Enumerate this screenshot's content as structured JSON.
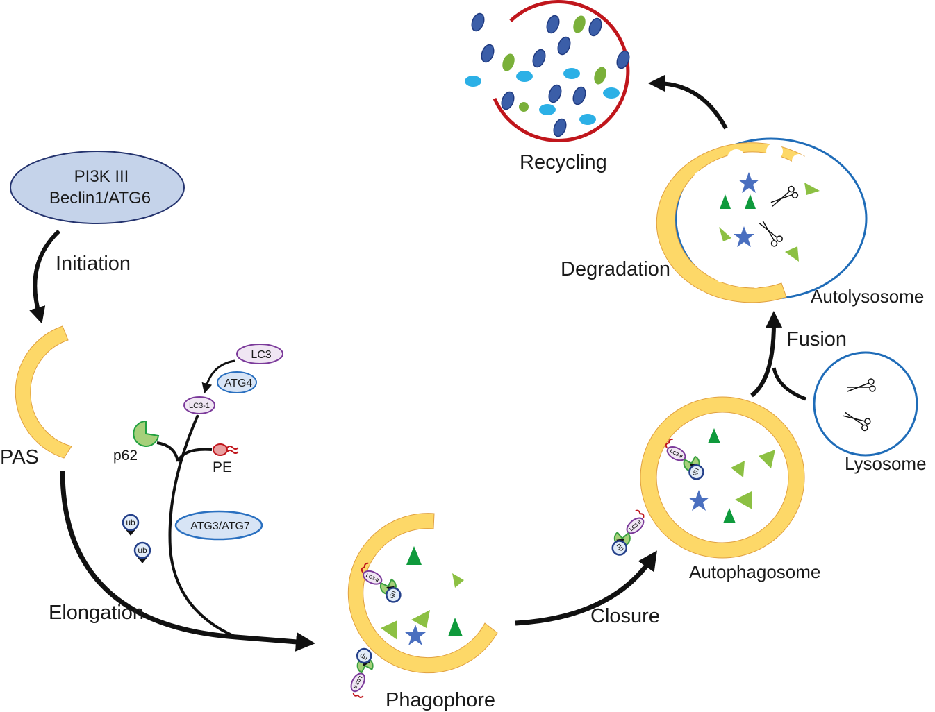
{
  "labels": {
    "pi3k_line1": "PI3K III",
    "pi3k_line2": "Beclin1/ATG6",
    "initiation": "Initiation",
    "pas": "PAS",
    "elongation": "Elongation",
    "lc3": "LC3",
    "atg4": "ATG4",
    "lc3_1": "LC3-1",
    "p62": "p62",
    "pe": "PE",
    "atg3_atg7": "ATG3/ATG7",
    "ub": "ub",
    "lc3_ii": "LC3-II",
    "phagophore": "Phagophore",
    "closure": "Closure",
    "autophagosome": "Autophagosome",
    "lysosome": "Lysosome",
    "fusion": "Fusion",
    "autolysosome": "Autolysosome",
    "degradation": "Degradation",
    "recycling": "Recycling"
  },
  "colors": {
    "membrane_yellow": "#fdd868",
    "membrane_edge": "#e0a040",
    "lysosome_blue": "#1f6cb8",
    "recycling_red": "#c0161c",
    "cargo_dark_green": "#0f9a3c",
    "cargo_light_green": "#8cc043",
    "cargo_star": "#4a6fbf",
    "arrow": "#111111"
  }
}
